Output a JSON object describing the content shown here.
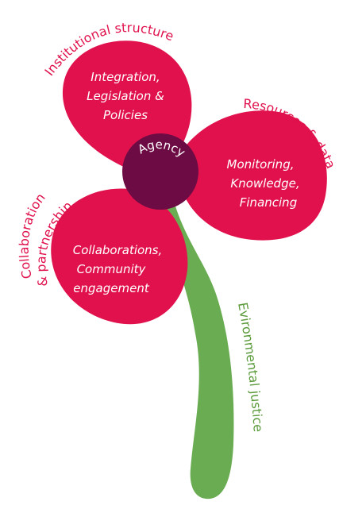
{
  "colors": {
    "petal": "#e0114c",
    "petal_label": "#ffffff",
    "category_label": "#e0114c",
    "center": "#6d0b45",
    "stem": "#6aac52",
    "stem_label": "#5a9a3a"
  },
  "center": {
    "label": "Agency"
  },
  "petals": {
    "top": {
      "category": "Institutional structure",
      "lines": [
        "Integration,",
        "Legislation &",
        "Policies"
      ]
    },
    "right": {
      "category": "Resources & data",
      "lines": [
        "Monitoring,",
        "Knowledge,",
        "Financing"
      ]
    },
    "left": {
      "category_lines": [
        "Collaboration",
        "& partnership"
      ],
      "lines": [
        "Collaborations,",
        "Community",
        "engagement"
      ]
    }
  },
  "stem": {
    "label": "Evironmental justice"
  }
}
